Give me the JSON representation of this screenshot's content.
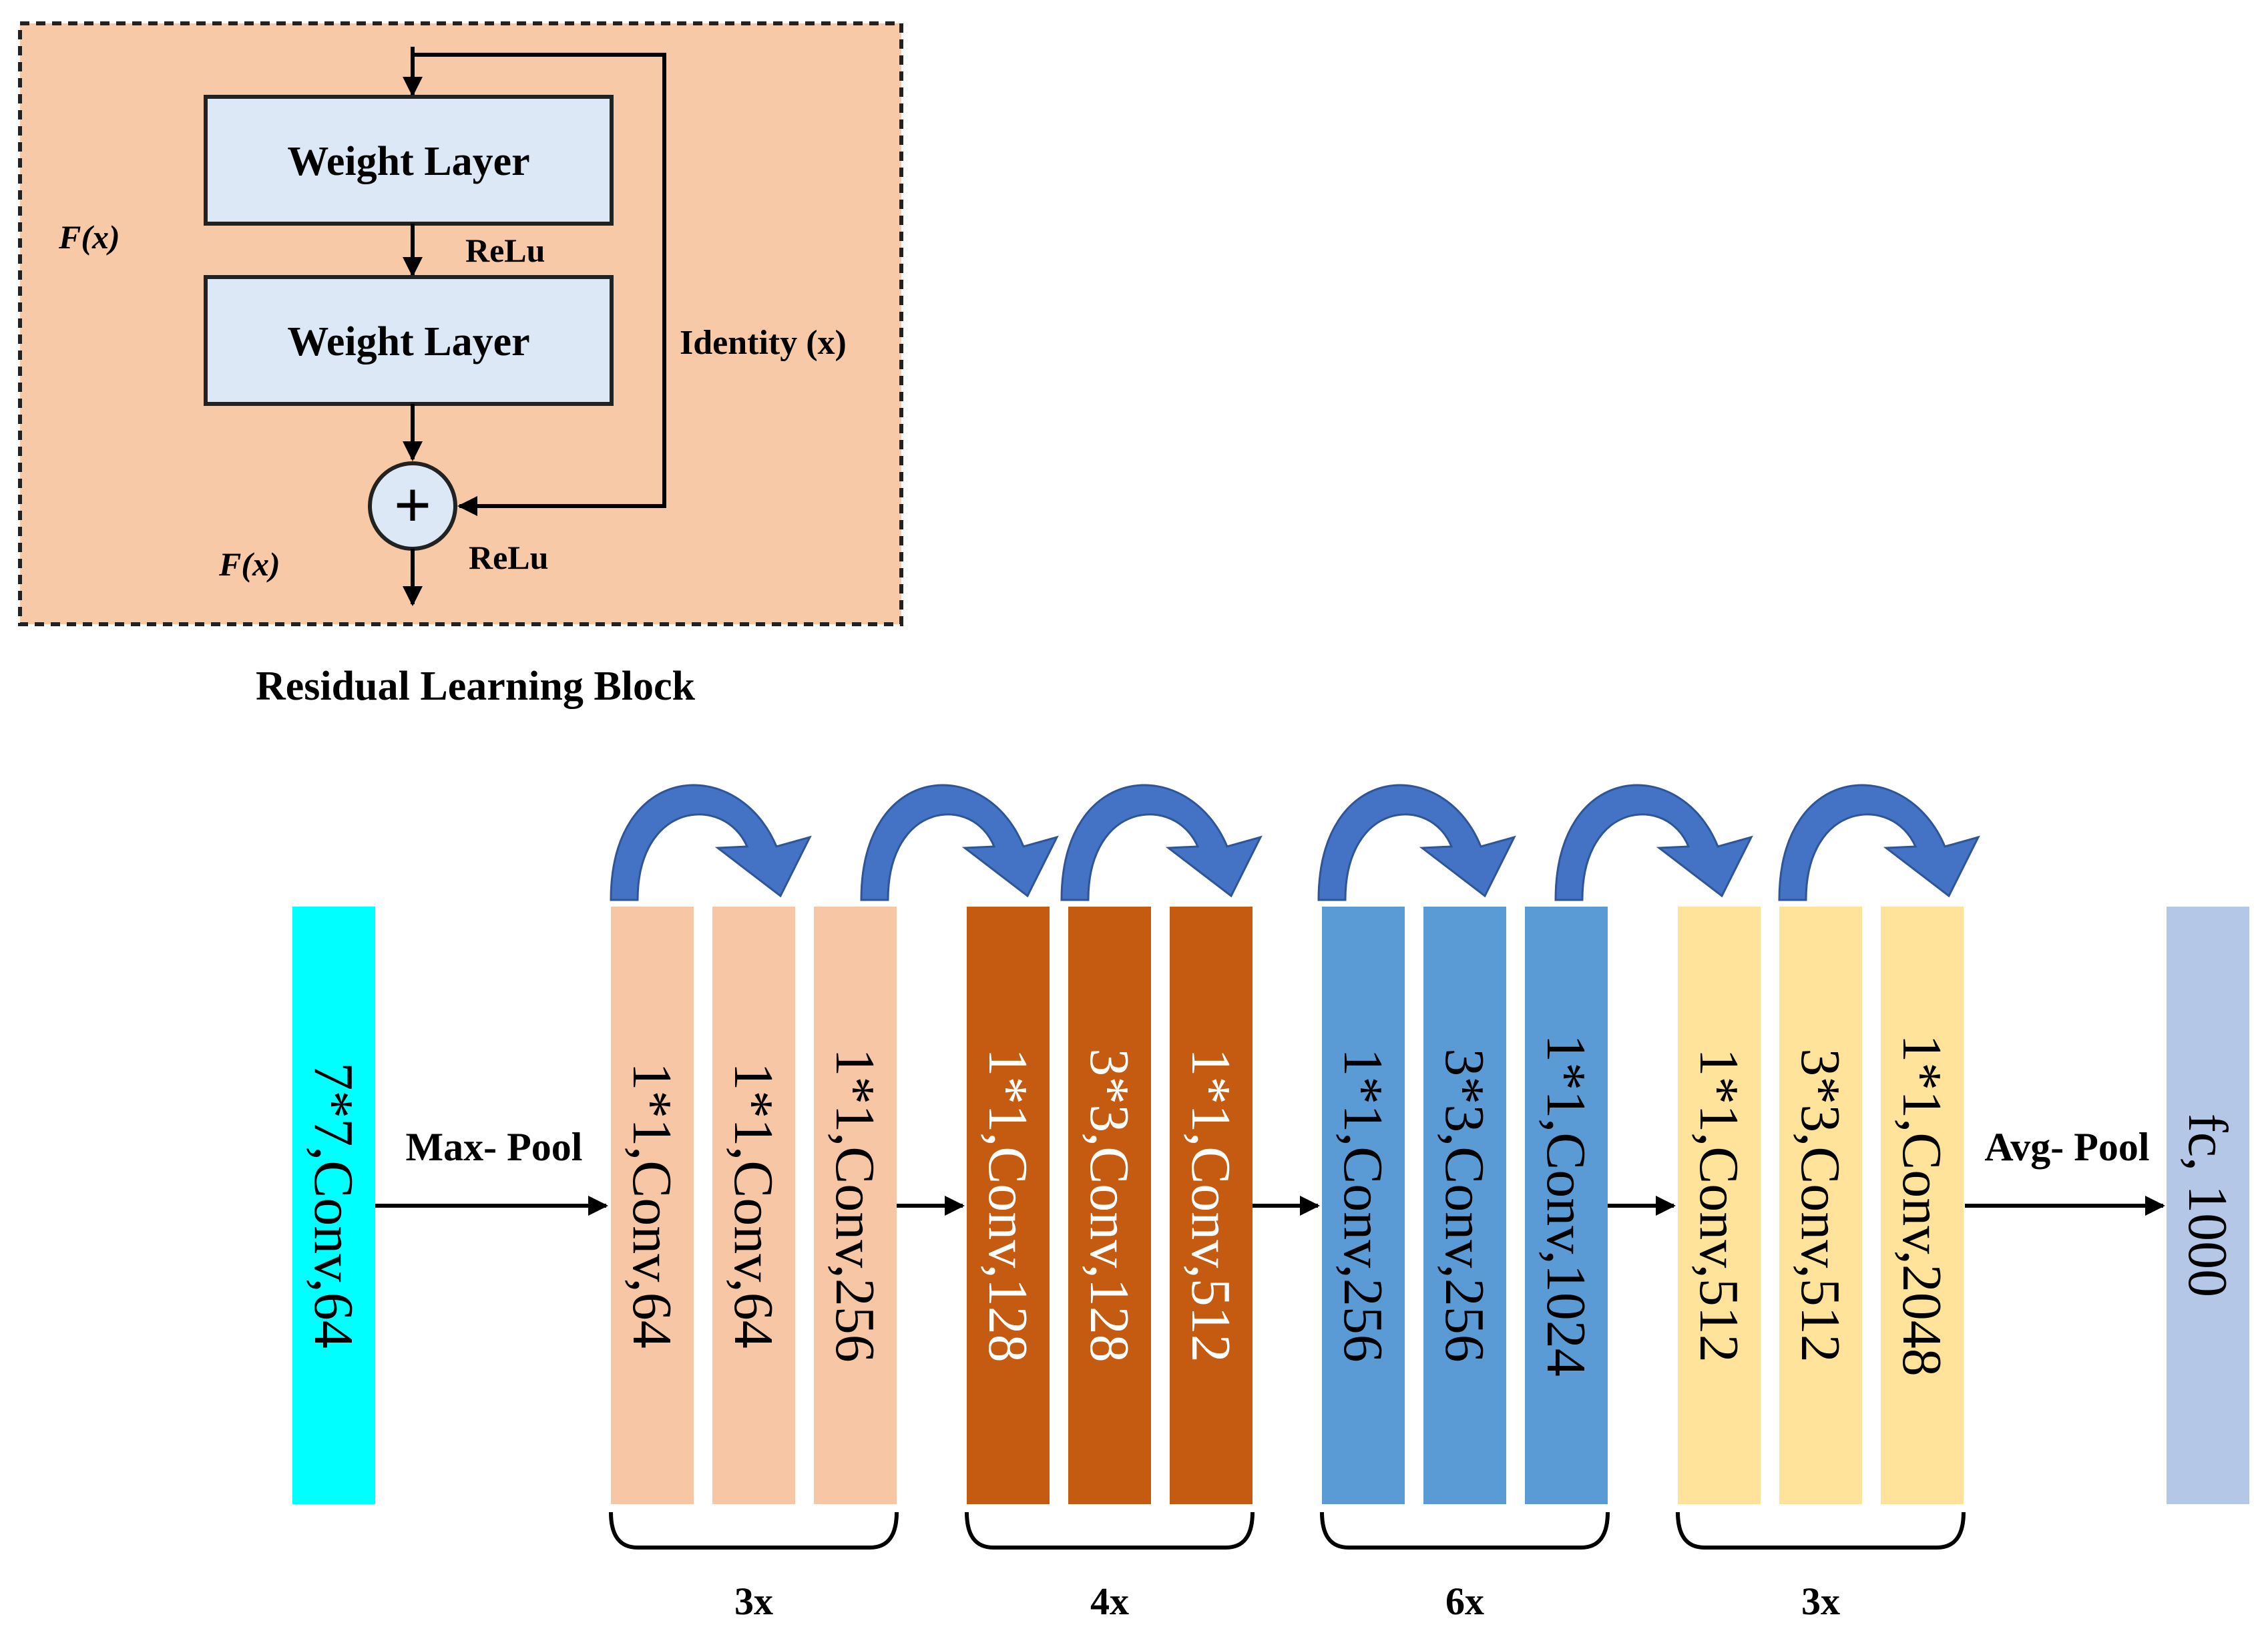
{
  "residual_block": {
    "caption": "Residual Learning Block",
    "weight_layer_1": "Weight Layer",
    "weight_layer_2": "Weight Layer",
    "relu_mid": "ReLu",
    "relu_out": "ReLu",
    "identity": "Identity (x)",
    "fx_left": "F(x)",
    "fx_bottom": "F(x)",
    "plus_symbol": "+",
    "colors": {
      "background": "#f7c9a6",
      "box": "#dce8f5"
    }
  },
  "network": {
    "input_layer": {
      "label": "7*7,Conv,64",
      "color": "#00ffff"
    },
    "max_pool": "Max- Pool",
    "avg_pool": "Avg- Pool",
    "stages": [
      {
        "color": "#f7c6a4",
        "text_color": "#000000",
        "repeat": "3x",
        "layers": [
          "1*1,Conv,64",
          "1*1,Conv,64",
          "1*1,Conv,256"
        ]
      },
      {
        "color": "#c55a11",
        "text_color": "#ffffff",
        "repeat": "4x",
        "layers": [
          "1*1,Conv,128",
          "3*3,Conv,128",
          "1*1,Conv,512"
        ]
      },
      {
        "color": "#5b9bd5",
        "text_color": "#000000",
        "repeat": "6x",
        "layers": [
          "1*1,Conv,256",
          "3*3,Conv,256",
          "1*1,Conv,1024"
        ]
      },
      {
        "color": "#ffe39a",
        "text_color": "#000000",
        "repeat": "3x",
        "layers": [
          "1*1,Conv,512",
          "3*3,Conv,512",
          "1*1,Conv,2048"
        ]
      }
    ],
    "output_layer": {
      "label": "fc, 1000",
      "color": "#b4c7e7"
    },
    "skip_arrow_color": "#4472c4"
  }
}
